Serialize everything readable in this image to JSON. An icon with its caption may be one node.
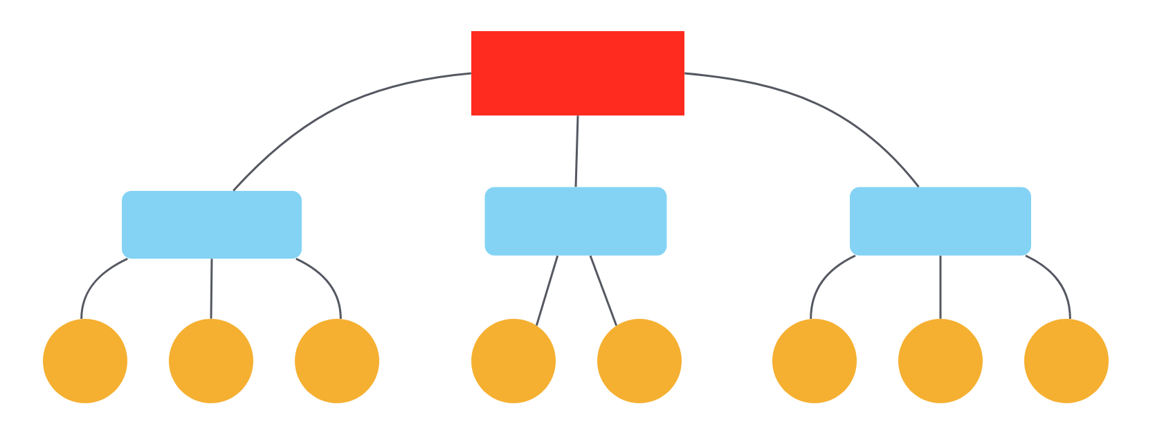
{
  "diagram": {
    "nodes": [
      {
        "text": [],
        "shape": "box"
      },
      {
        "text": [],
        "shape": "box"
      },
      {
        "text": [],
        "shape": "box"
      },
      {
        "text": [],
        "shape": "box"
      },
      {
        "text": [],
        "shape": "circle"
      },
      {
        "text": [],
        "shape": "circle"
      },
      {
        "text": [],
        "shape": "circle"
      },
      {
        "text": [],
        "shape": "circle"
      },
      {
        "text": [],
        "shape": "circle"
      },
      {
        "text": [],
        "shape": "circle"
      },
      {
        "text": [],
        "shape": "circle"
      },
      {
        "text": [],
        "shape": "circle"
      }
    ],
    "edges": [
      {
        "from": 0,
        "to": 1,
        "arrow": "none"
      },
      {
        "from": 0,
        "to": 2,
        "arrow": "none"
      },
      {
        "from": 0,
        "to": 3,
        "arrow": "none"
      },
      {
        "from": 1,
        "to": 4,
        "arrow": "none"
      },
      {
        "from": 1,
        "to": 5,
        "arrow": "none"
      },
      {
        "from": 1,
        "to": 6,
        "arrow": "none"
      },
      {
        "from": 2,
        "to": 7,
        "arrow": "none"
      },
      {
        "from": 2,
        "to": 8,
        "arrow": "none"
      },
      {
        "from": 3,
        "to": 9,
        "arrow": "none"
      },
      {
        "from": 3,
        "to": 10,
        "arrow": "none"
      },
      {
        "from": 3,
        "to": 11,
        "arrow": "none"
      }
    ]
  }
}
